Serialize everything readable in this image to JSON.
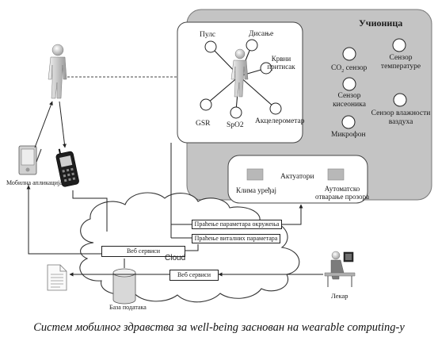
{
  "classroom": {
    "title": "Учионица"
  },
  "body_sensors": {
    "pulse": "Пулс",
    "breathing": "Дисање",
    "blood_pressure": "Крвни притисак",
    "gsr": "GSR",
    "spo2": "SpO2",
    "accelerometer": "Акцелерометар"
  },
  "room_sensors": {
    "co2_prefix": "CO",
    "co2_sub": "2",
    "co2_suffix": " сензор",
    "temperature": "Сензор температуре",
    "oxygen": "Сензор кисеоника",
    "humidity": "Сензор влажности ваздуха",
    "microphone": "Микрофон"
  },
  "actuators": {
    "title": "Актуатори",
    "ac": "Клима уређај",
    "window": "Аутоматско отварање прозора"
  },
  "cloud": {
    "label": "Cloud",
    "env_monitoring": "Праћење параметара окружења",
    "vital_monitoring": "Праћење виталних параметара",
    "web_services_1": "Веб сервиси",
    "web_services_2": "Веб сервиси",
    "database": "База података"
  },
  "mobile_app": "Мобилна апликација",
  "doctor": "Лекар",
  "caption": "Систем мобилног здравства за well-being заснован на wearable computing-у"
}
